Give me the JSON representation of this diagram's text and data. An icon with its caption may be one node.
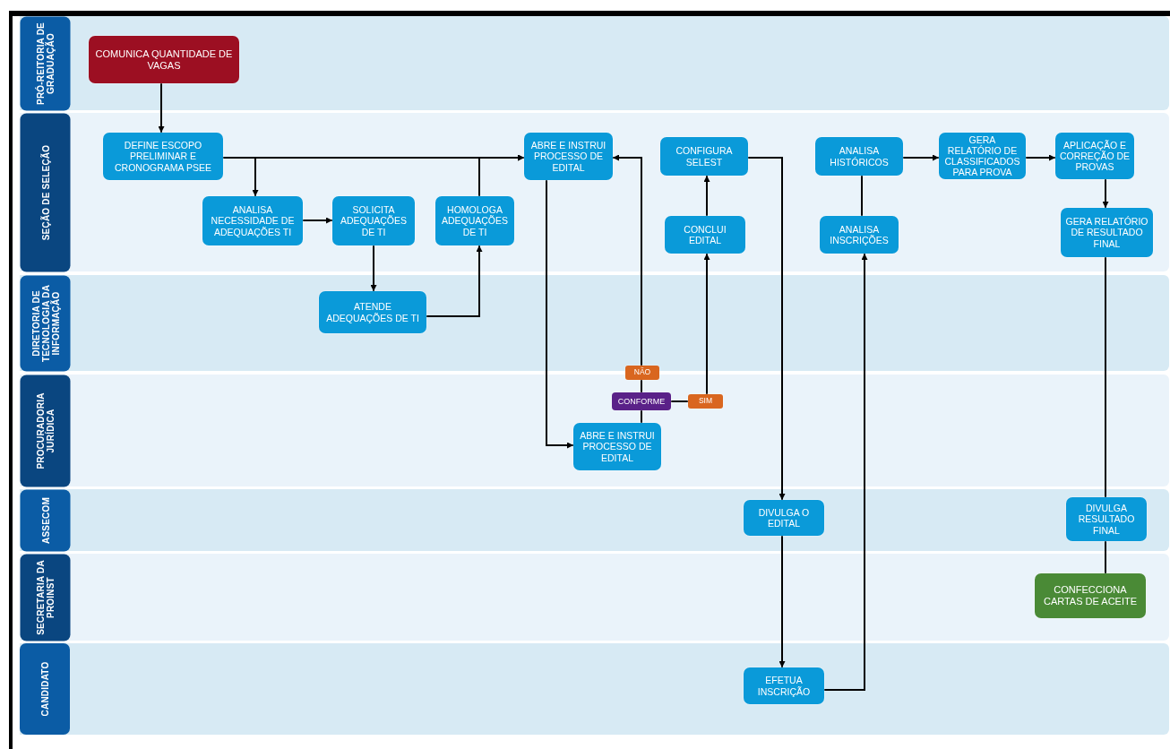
{
  "diagram": {
    "nodes": [
      {
        "text": [
          "PRÓ-REITORIA DE GRADUAÇÃO"
        ]
      },
      {
        "text": [
          "SEÇÃO DE SELEÇÃO"
        ]
      },
      {
        "text": [
          "DIRETORIA DE TECNOLOGIA DA INFORMAÇÃO"
        ]
      },
      {
        "text": [
          "PROCURADORIA JURÍDICA"
        ]
      },
      {
        "text": [
          "ASSECOM"
        ]
      },
      {
        "text": [
          "SECRETARIA DA PROINST"
        ]
      },
      {
        "text": [
          "CANDIDATO"
        ]
      },
      {
        "text": [
          "COMUNICA QUANTIDADE DE VAGAS"
        ],
        "in": 0
      },
      {
        "text": [
          "DEFINE ESCOPO PRELIMINAR E CRONOGRAMA PSEE"
        ],
        "in": 1
      },
      {
        "text": [
          "ANALISA NECESSIDADE DE ADEQUAÇÕES TI"
        ],
        "in": 1
      },
      {
        "text": [
          "SOLICITA ADEQUAÇÕES DE TI"
        ],
        "in": 1
      },
      {
        "text": [
          "HOMOLOGA ADEQUAÇÕES DE TI"
        ],
        "in": 1
      },
      {
        "text": [
          "ABRE E INSTRUI PROCESSO DE EDITAL"
        ],
        "in": 1
      },
      {
        "text": [
          "CONFIGURA SELEST"
        ],
        "in": 1
      },
      {
        "text": [
          "CONCLUI EDITAL"
        ],
        "in": 1
      },
      {
        "text": [
          "ANALISA HISTÓRICOS"
        ],
        "in": 1
      },
      {
        "text": [
          "GERA RELATÓRIO DE CLASSIFICADOS PARA PROVA"
        ],
        "in": 1
      },
      {
        "text": [
          "APLICAÇÃO E CORREÇÃO DE PROVAS"
        ],
        "in": 1
      },
      {
        "text": [
          "GERA RELATÓRIO DE RESULTADO FINAL"
        ],
        "in": 1
      },
      {
        "text": [
          "ANALISA INSCRIÇÕES"
        ],
        "in": 1
      },
      {
        "text": [
          "ATENDE ADEQUAÇÕES DE TI"
        ],
        "in": 2
      },
      {
        "text": [
          "NÃO"
        ]
      },
      {
        "text": [
          "CONFORME"
        ],
        "in": 3
      },
      {
        "text": [
          "SIM"
        ],
        "in": 3
      },
      {
        "text": [
          "ABRE E INSTRUI PROCESSO DE EDITAL"
        ],
        "in": 3
      },
      {
        "text": [
          "DIVULGA O EDITAL"
        ],
        "in": 4
      },
      {
        "text": [
          "DIVULGA RESULTADO FINAL"
        ],
        "in": 4
      },
      {
        "text": [
          "CONFECCIONA CARTAS DE ACEITE"
        ],
        "in": 5
      },
      {
        "text": [
          "EFETUA INSCRIÇÃO"
        ],
        "in": 6
      }
    ],
    "edges": [
      {
        "from": 7,
        "to": 8,
        "arrow": "to"
      },
      {
        "from": 8,
        "to": 12,
        "arrow": "to"
      },
      {
        "from": 8,
        "to": 9,
        "arrow": "to"
      },
      {
        "from": 9,
        "to": 10,
        "arrow": "to"
      },
      {
        "from": 10,
        "to": 20,
        "arrow": "to"
      },
      {
        "from": 20,
        "to": 11,
        "arrow": "to"
      },
      {
        "from": 11,
        "to": 12,
        "arrow": "to"
      },
      {
        "from": 12,
        "to": 24,
        "arrow": "to"
      },
      {
        "from": 24,
        "to": 22,
        "arrow": "none"
      },
      {
        "from": 22,
        "to": 21,
        "arrow": "none"
      },
      {
        "from": 21,
        "to": 12,
        "arrow": "to"
      },
      {
        "from": 22,
        "to": 23,
        "arrow": "none"
      },
      {
        "from": 23,
        "to": 14,
        "arrow": "to"
      },
      {
        "from": 14,
        "to": 13,
        "arrow": "to"
      },
      {
        "from": 13,
        "to": 25,
        "arrow": "to"
      },
      {
        "from": 25,
        "to": 28,
        "arrow": "to"
      },
      {
        "from": 28,
        "to": 19,
        "arrow": "to"
      },
      {
        "from": 19,
        "to": 15,
        "arrow": "none"
      },
      {
        "from": 15,
        "to": 16,
        "arrow": "to"
      },
      {
        "from": 16,
        "to": 17,
        "arrow": "to"
      },
      {
        "from": 17,
        "to": 18,
        "arrow": "to"
      },
      {
        "from": 18,
        "to": 26,
        "arrow": "none"
      },
      {
        "from": 26,
        "to": 27,
        "arrow": "none"
      }
    ]
  }
}
